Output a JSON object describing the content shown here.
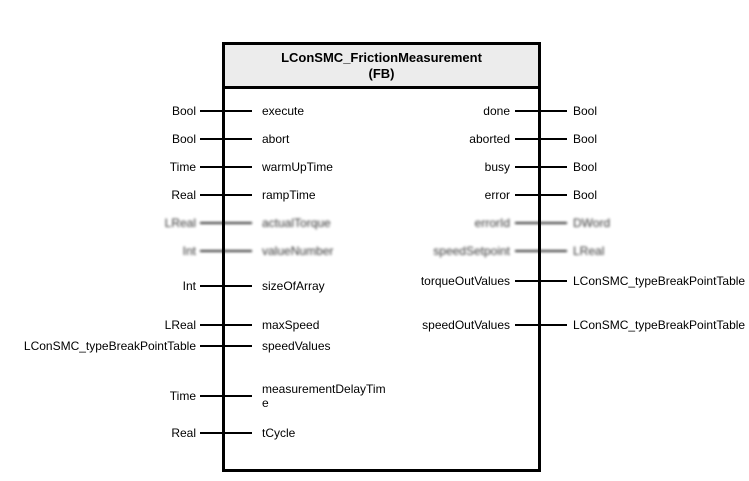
{
  "block": {
    "title": "LConSMC_FrictionMeasurement",
    "subtitle": "(FB)"
  },
  "colors": {
    "background": "#ffffff",
    "header_fill": "#ececec",
    "block_border": "#000000",
    "text": "#000000"
  },
  "inputs": [
    {
      "type": "Bool",
      "name": "execute"
    },
    {
      "type": "Bool",
      "name": "abort"
    },
    {
      "type": "Time",
      "name": "warmUpTime"
    },
    {
      "type": "Real",
      "name": "rampTime"
    },
    {
      "type": "LReal",
      "name": "actualTorque",
      "blurred": true
    },
    {
      "type": "Int",
      "name": "valueNumber",
      "blurred": true
    },
    {
      "type": "Int",
      "name": "sizeOfArray"
    },
    {
      "type": "LReal",
      "name": "maxSpeed"
    },
    {
      "type": "LConSMC_typeBreakPointTable",
      "name": "speedValues"
    },
    {
      "type": "Time",
      "name": "measurementDelayTime"
    },
    {
      "type": "Real",
      "name": "tCycle"
    }
  ],
  "outputs": [
    {
      "name": "done",
      "type": "Bool"
    },
    {
      "name": "aborted",
      "type": "Bool"
    },
    {
      "name": "busy",
      "type": "Bool"
    },
    {
      "name": "error",
      "type": "Bool"
    },
    {
      "name": "errorId",
      "type": "DWord",
      "blurred": true
    },
    {
      "name": "speedSetpoint",
      "type": "LReal",
      "blurred": true
    },
    {
      "name": "torqueOutValues",
      "type": "LConSMC_typeBreakPointTable"
    },
    {
      "name": "speedOutValues",
      "type": "LConSMC_typeBreakPointTable"
    }
  ]
}
